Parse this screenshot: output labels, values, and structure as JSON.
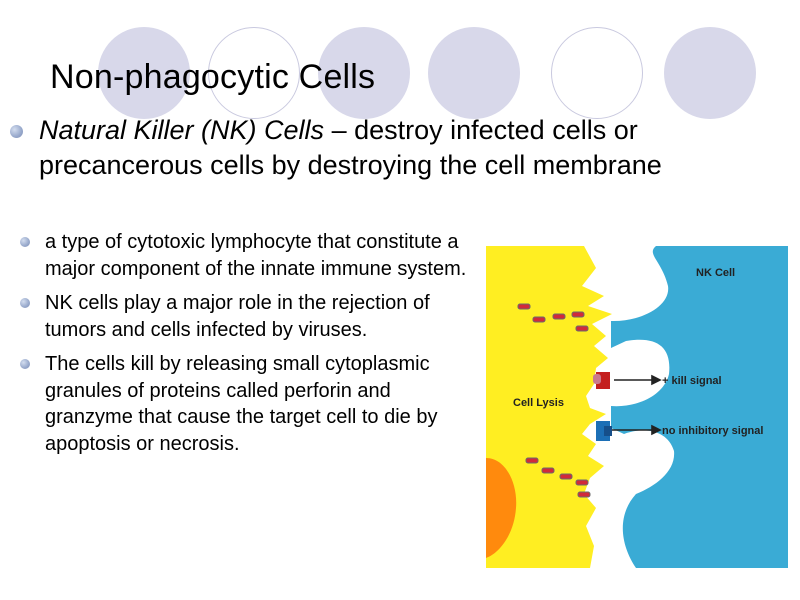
{
  "slide": {
    "title": "Non-phagocytic Cells",
    "main_bullet": {
      "term": "Natural Killer (NK) Cells",
      "rest": " – destroy infected cells or precancerous cells by destroying the cell membrane"
    },
    "sub_bullets": [
      "a type of cytotoxic lymphocyte that constitute a major component of the innate immune system.",
      "NK cells play a major role in the rejection of tumors and cells infected by viruses.",
      "The cells kill by releasing small cytoplasmic granules of proteins called perforin and granzyme that cause the target cell to die by apoptosis or necrosis."
    ]
  },
  "diagram": {
    "nk_cell_label": "NK Cell",
    "cell_lysis_label": "Cell Lysis",
    "kill_signal_label": "+ kill signal",
    "no_inhibitory_label": "no inhibitory signal",
    "colors": {
      "target_cell": "#ffee22",
      "nk_cell": "#3aabd5",
      "nucleus": "#ff8a0d",
      "kill_receptor": "#c41f1f",
      "inhibitory_receptor": "#1c6fb6",
      "granule": "#d12a3a"
    }
  },
  "decor": {
    "circle_fill": "#d8d8ea",
    "bullet_color": "#97a8cb"
  }
}
